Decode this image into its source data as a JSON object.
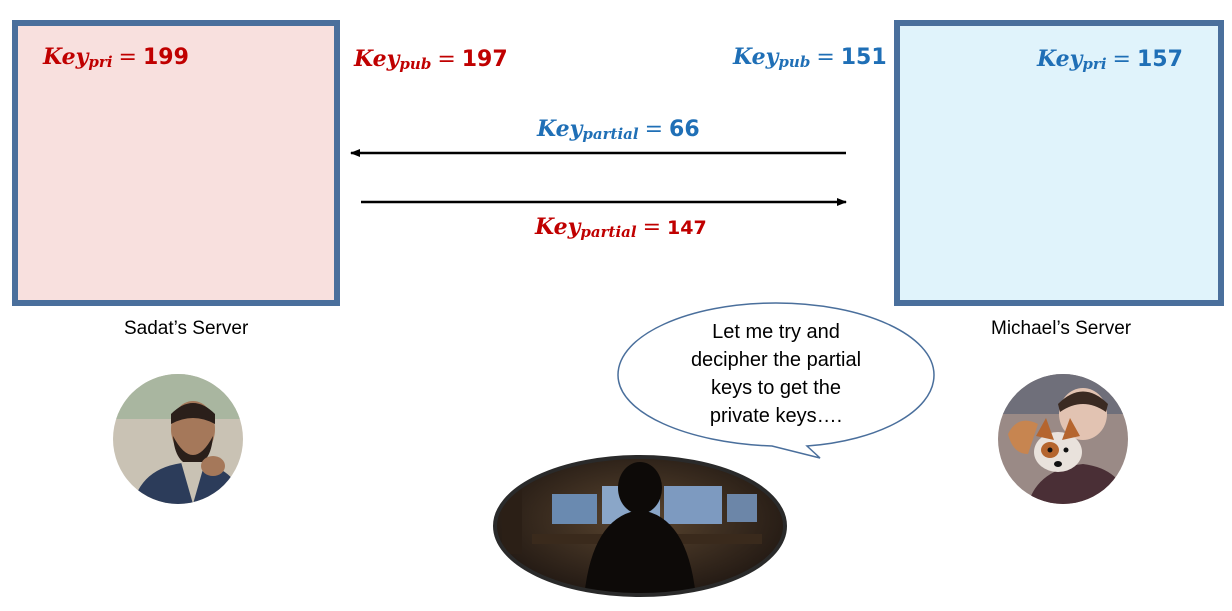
{
  "colors": {
    "red": "#c00000",
    "blue": "#1f6fb6",
    "box_border": "#4a6f9c",
    "left_fill": "#f8e0de",
    "right_fill": "#e0f3fb"
  },
  "keys": {
    "sadat_pri": {
      "base": "Key",
      "sub": "pri",
      "eq": "=",
      "value": "199"
    },
    "sadat_pub": {
      "base": "Key",
      "sub": "pub",
      "eq": "=",
      "value": "197"
    },
    "michael_pub": {
      "base": "Key",
      "sub": "pub",
      "eq": "=",
      "value": "151"
    },
    "michael_pri": {
      "base": "Key",
      "sub": "pri",
      "eq": "=",
      "value": "157"
    },
    "partial_to_sadat": {
      "base": "Key",
      "sub": "partial",
      "eq": "=",
      "value": "66"
    },
    "partial_to_michael": {
      "base": "Key",
      "sub": "partial",
      "eq": "=",
      "value": "147"
    }
  },
  "servers": {
    "left_label": "Sadat’s Server",
    "right_label": "Michael’s Server"
  },
  "bubble": {
    "lines": [
      "Let me try and",
      "decipher the partial",
      "keys to get the",
      "private keys…."
    ]
  },
  "icons": {
    "sadat": "person-avatar-icon",
    "michael": "person-with-dog-avatar-icon",
    "attacker": "hooded-figure-at-monitors-icon"
  }
}
